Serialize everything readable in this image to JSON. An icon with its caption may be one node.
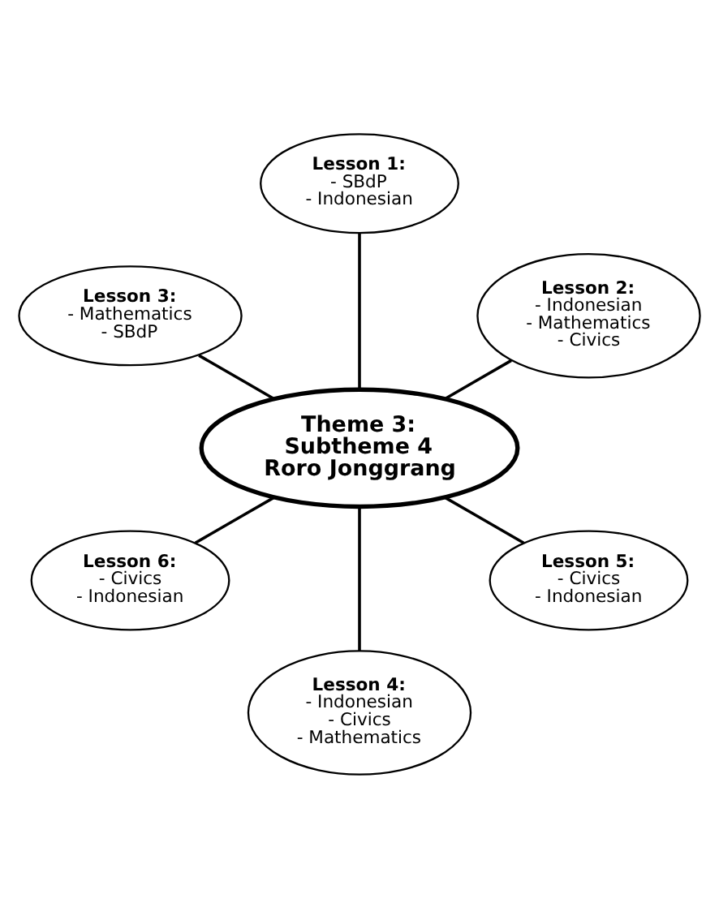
{
  "diagram": {
    "nodes": [
      {
        "text": [
          "Lesson 2:",
          "- Indonesian",
          "- Mathematics",
          "- Civics"
        ]
      },
      {
        "text": [
          "Lesson 1:",
          "- SBdP",
          "- Indonesian"
        ]
      },
      {
        "text": [
          "Lesson 3:",
          "- Mathematics",
          "- SBdP"
        ]
      },
      {
        "text": [
          "Theme 3: Subtheme 4 Roro Jonggrang"
        ]
      },
      {
        "text": [
          "Lesson 6:",
          "- Civics",
          "- Indonesian"
        ]
      },
      {
        "text": [
          "Lesson 4:",
          "- Indonesian",
          "- Civics",
          "- Mathematics"
        ]
      },
      {
        "text": [
          "Lesson 5:",
          "- Civics",
          "- Indonesian"
        ]
      }
    ],
    "edges": [
      {
        "from": 3,
        "to": 0,
        "arrow": "none"
      },
      {
        "from": 3,
        "to": 1,
        "arrow": "none"
      },
      {
        "from": 3,
        "to": 2,
        "arrow": "none"
      },
      {
        "from": 3,
        "to": 4,
        "arrow": "none"
      },
      {
        "from": 3,
        "to": 5,
        "arrow": "none"
      },
      {
        "from": 3,
        "to": 6,
        "arrow": "none"
      }
    ]
  }
}
